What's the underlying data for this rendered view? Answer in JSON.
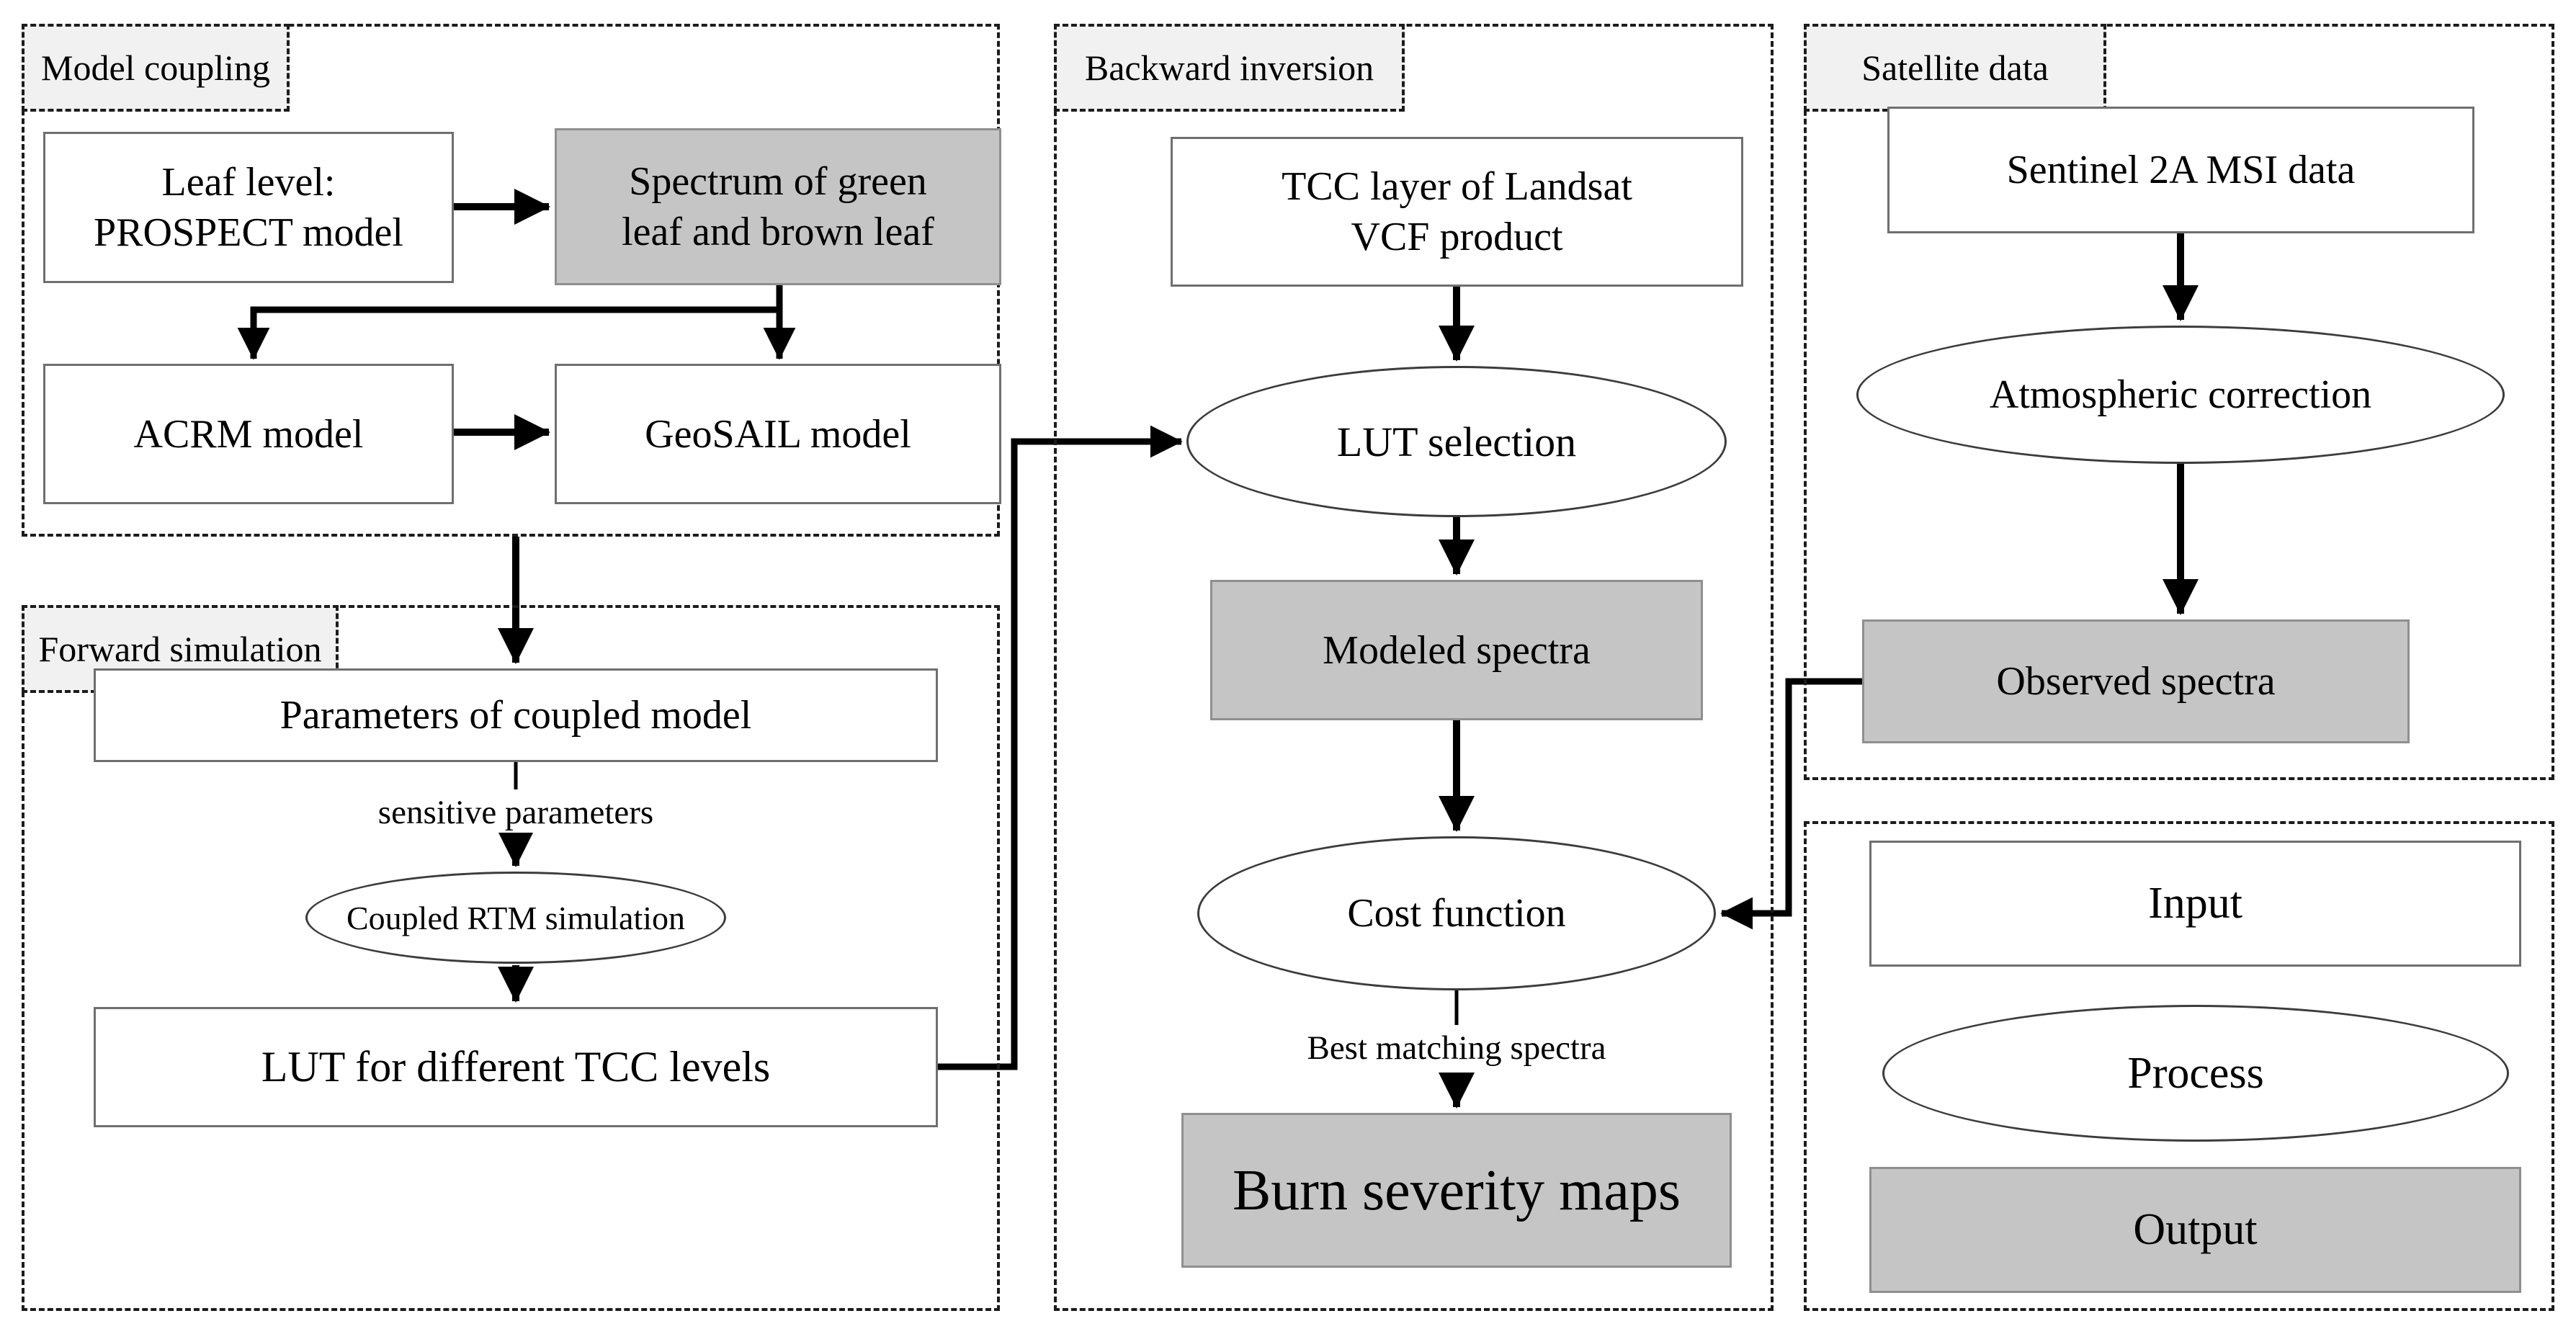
{
  "diagram": {
    "sections": {
      "model_coupling": {
        "label": "Model coupling"
      },
      "forward_simulation": {
        "label": "Forward simulation"
      },
      "backward_inversion": {
        "label": "Backward inversion"
      },
      "satellite_data": {
        "label": "Satellite data"
      }
    },
    "nodes": {
      "prospect": {
        "line1": "Leaf level:",
        "line2": "PROSPECT model"
      },
      "spectrum": {
        "line1": "Spectrum of green",
        "line2": "leaf and brown leaf"
      },
      "acrm": {
        "label": "ACRM model"
      },
      "geosail": {
        "label": "GeoSAIL model"
      },
      "parameters": {
        "label": "Parameters of coupled model"
      },
      "rtm": {
        "label": "Coupled RTM simulation"
      },
      "lut": {
        "label": "LUT for different TCC levels"
      },
      "tcc": {
        "line1": "TCC layer of Landsat",
        "line2": "VCF product"
      },
      "lut_selection": {
        "label": "LUT selection"
      },
      "modeled": {
        "label": "Modeled spectra"
      },
      "cost": {
        "label": "Cost function"
      },
      "burn": {
        "label": "Burn severity maps"
      },
      "sentinel": {
        "label": "Sentinel 2A MSI data"
      },
      "atm_correction": {
        "label": "Atmospheric correction"
      },
      "observed": {
        "label": "Observed spectra"
      }
    },
    "edge_labels": {
      "sensitive": "sensitive parameters",
      "best_match": "Best matching spectra"
    },
    "legend": {
      "input": "Input",
      "process": "Process",
      "output": "Output"
    },
    "colors": {
      "output_fill": "#c5c5c5",
      "section_label_fill": "#f1f1f1",
      "box_border": "#6f6f6f",
      "line": "#000000"
    }
  }
}
